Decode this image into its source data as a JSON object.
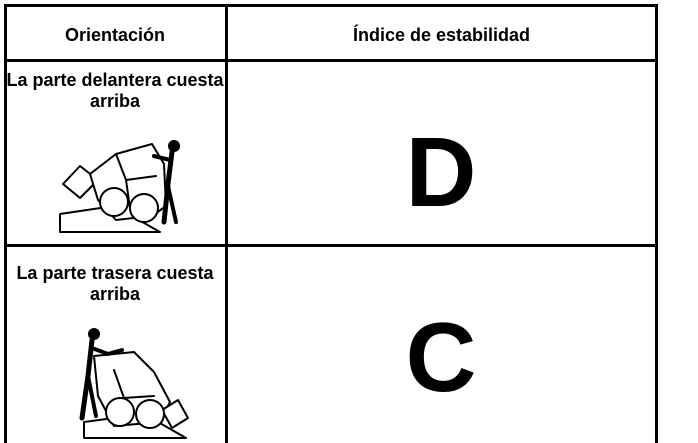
{
  "table": {
    "headers": {
      "orientation": "Orientación",
      "stability": "Índice de estabilidad"
    },
    "rows": [
      {
        "orientation_label": "La parte delantera cuesta arriba",
        "rating": "D",
        "icon": "loader-front-uphill-icon"
      },
      {
        "orientation_label": "La parte trasera cuesta arriba",
        "rating": "C",
        "icon": "loader-rear-uphill-icon"
      }
    ]
  }
}
